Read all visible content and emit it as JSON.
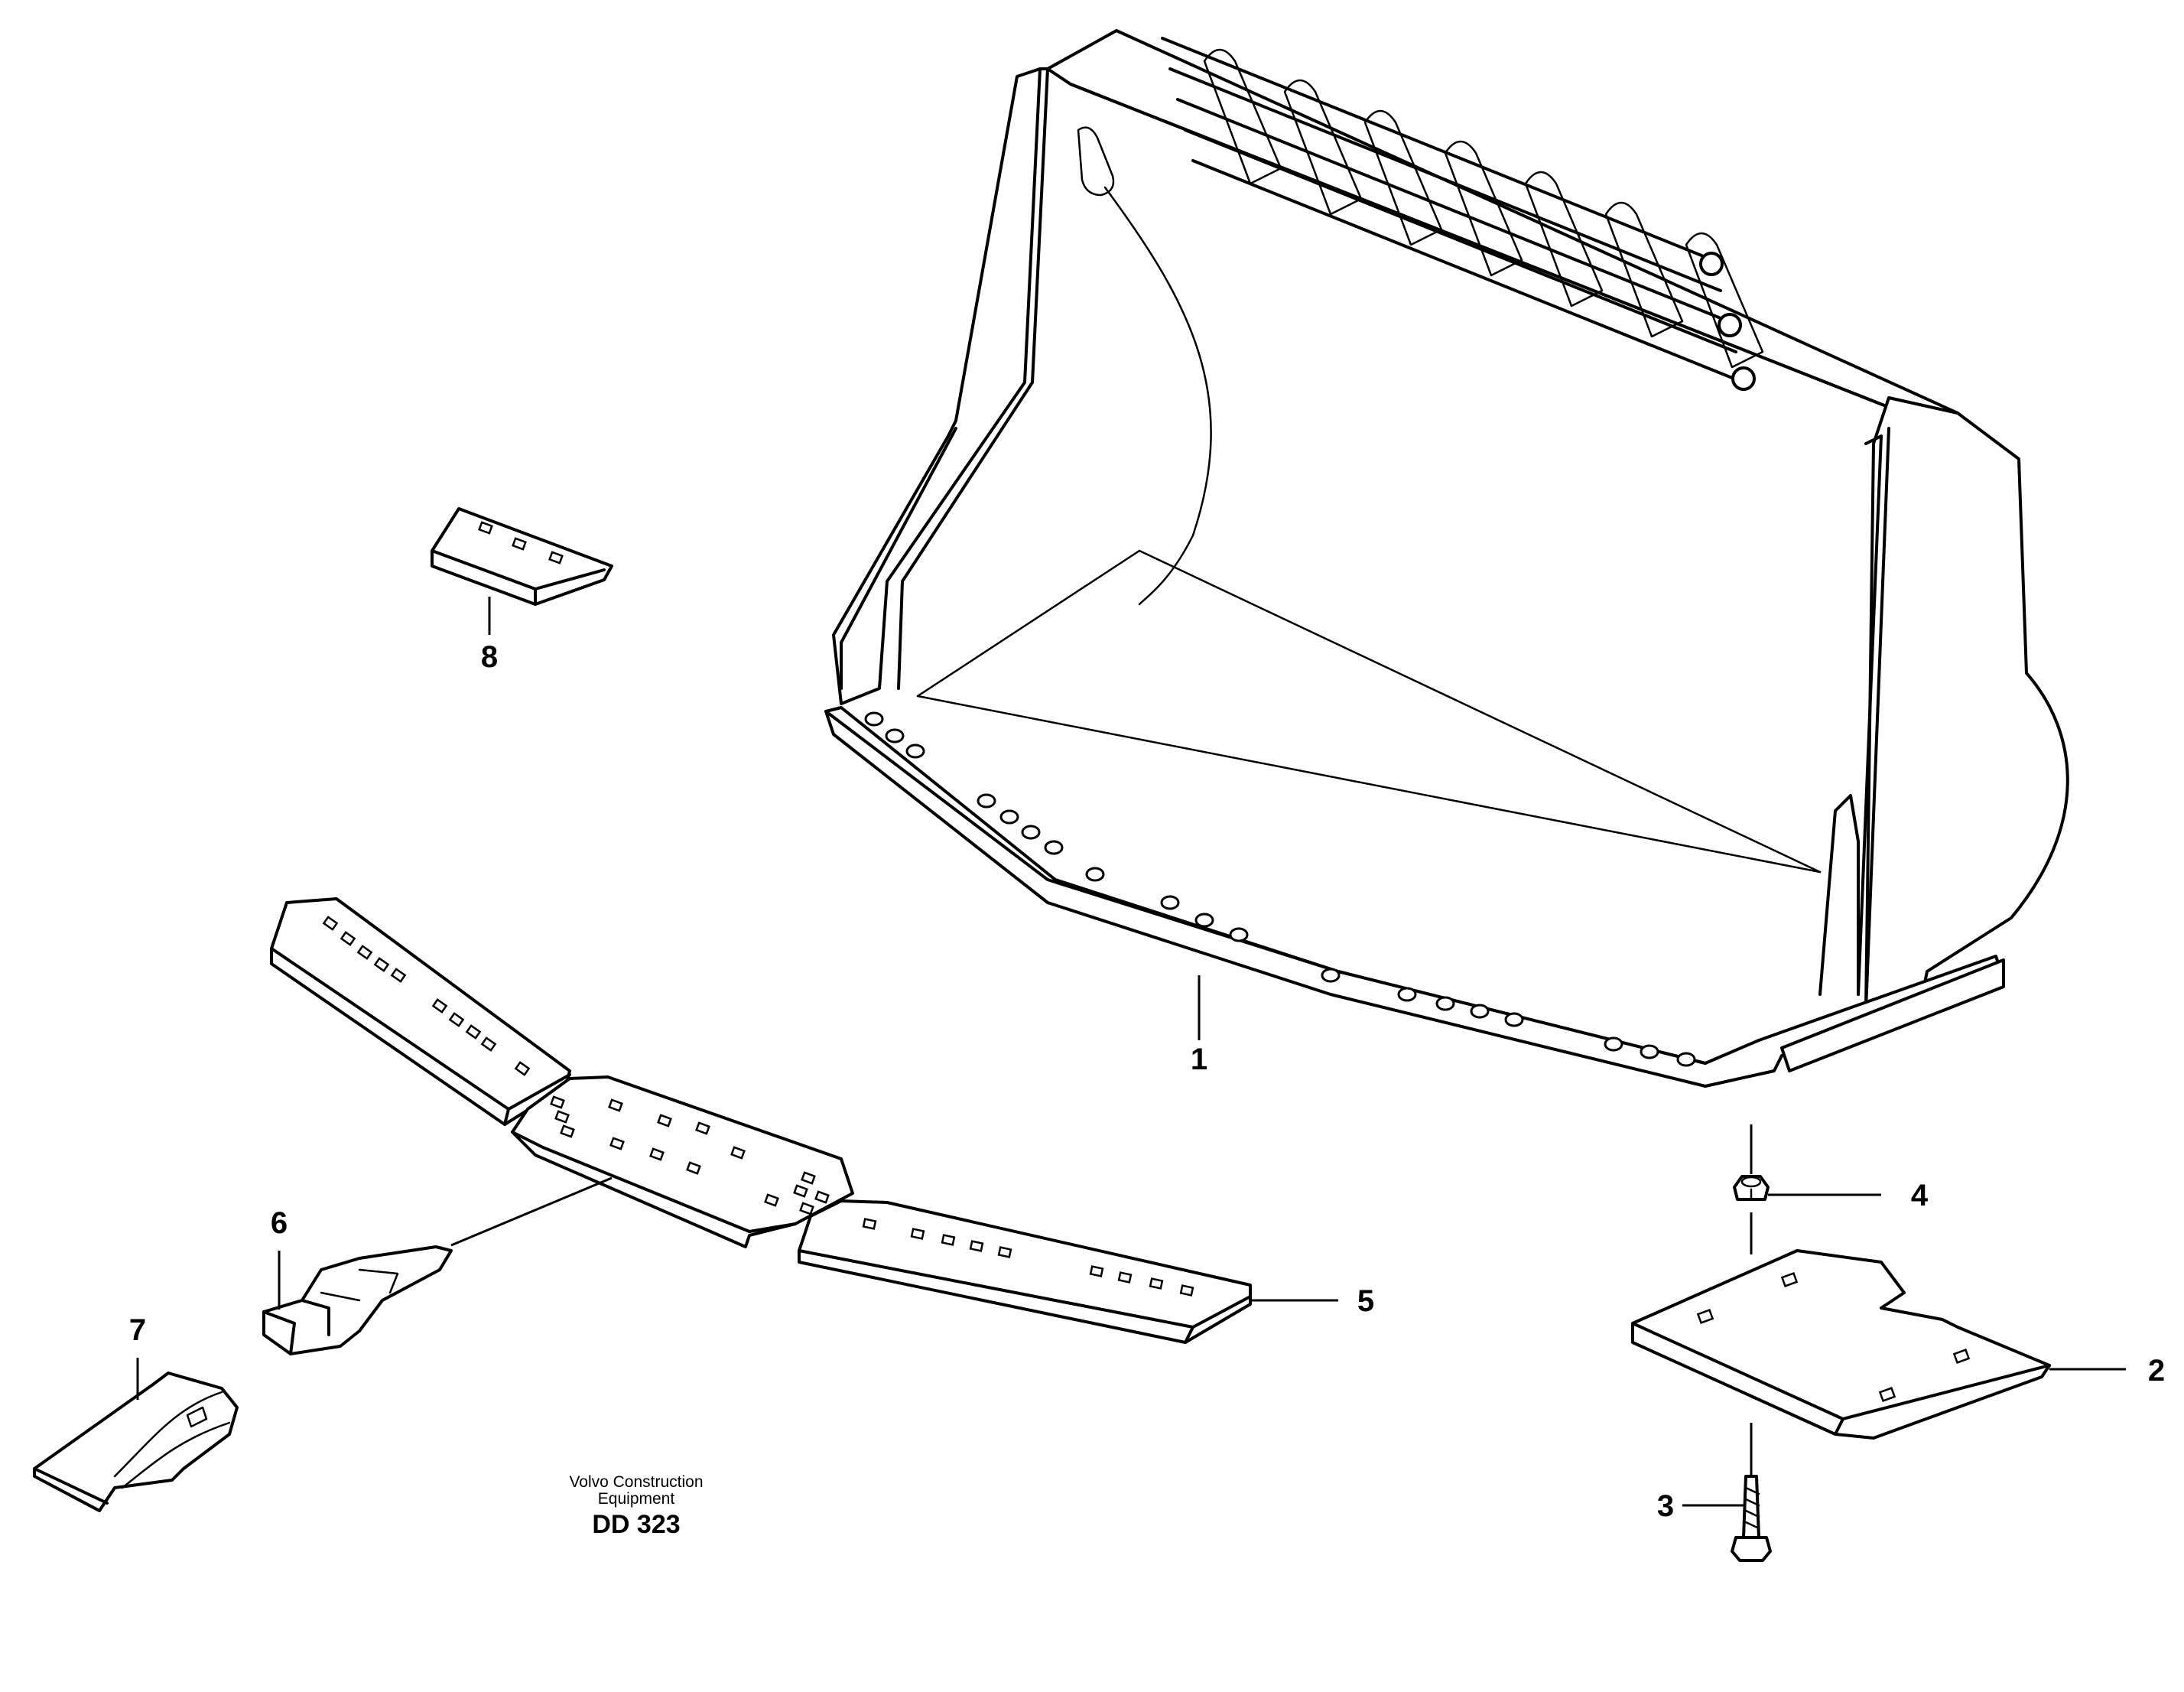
{
  "diagram": {
    "stamp": {
      "line1": "Volvo Construction",
      "line2": "Equipment",
      "code": "DD 323"
    },
    "callouts": [
      {
        "label": "1",
        "part_icon": "bucket-icon"
      },
      {
        "label": "2",
        "part_icon": "wear-plate-icon"
      },
      {
        "label": "3",
        "part_icon": "bolt-icon"
      },
      {
        "label": "4",
        "part_icon": "nut-icon"
      },
      {
        "label": "5",
        "part_icon": "cutting-edge-segment-icon"
      },
      {
        "label": "6",
        "part_icon": "tooth-adapter-icon"
      },
      {
        "label": "7",
        "part_icon": "tooth-tip-icon"
      },
      {
        "label": "8",
        "part_icon": "edge-segment-icon"
      }
    ]
  }
}
